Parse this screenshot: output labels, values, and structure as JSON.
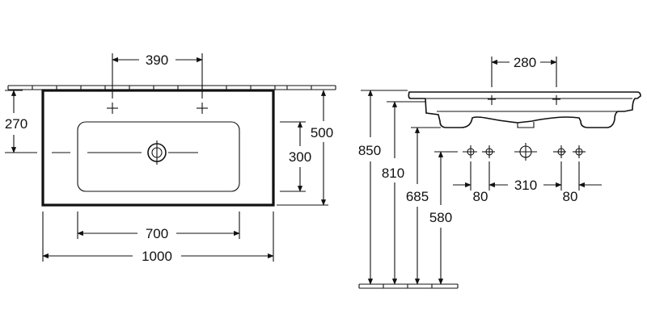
{
  "top_view": {
    "tap_spacing": "390",
    "depth_to_tap": "270",
    "bowl_width": "700",
    "overall_width": "1000",
    "bowl_depth": "300",
    "overall_depth": "500"
  },
  "side_view": {
    "rim_height": "850",
    "underside_height": "810",
    "outlet_height": "685",
    "supply_height": "580",
    "top_dim": "280",
    "spacing_left": "80",
    "spacing_middle": "310",
    "spacing_right": "80"
  },
  "colors": {
    "line": "#111111",
    "background": "#ffffff"
  }
}
